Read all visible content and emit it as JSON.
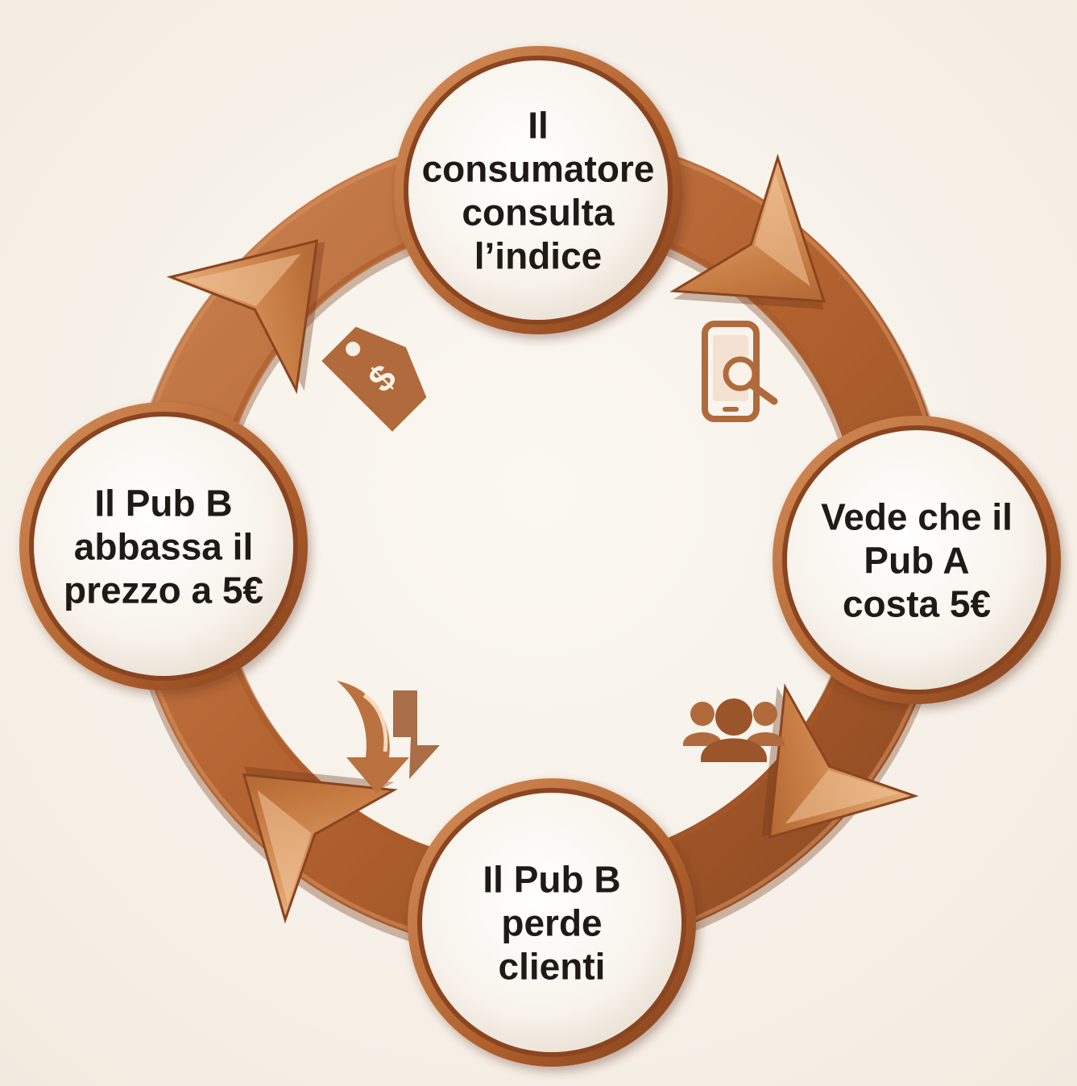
{
  "colors": {
    "background": "#f6f0e7",
    "ring": "#b8693a",
    "ring_dark": "#8a4520",
    "ring_light": "#e0a06a",
    "node_fill": "#fbf7f1",
    "node_border": "#b5642f",
    "icon": "#b06a3c",
    "text": "#1f1a16"
  },
  "nodes": [
    {
      "id": "top",
      "lines": [
        "Il",
        "consumatore",
        "consulta",
        "l’indice"
      ]
    },
    {
      "id": "right",
      "lines": [
        "Vede che il",
        "Pub A",
        "costa 5€"
      ]
    },
    {
      "id": "bottom",
      "lines": [
        "Il Pub B",
        "perde",
        "clienti"
      ]
    },
    {
      "id": "left",
      "lines": [
        "Il Pub B",
        "abbassa il",
        "prezzo a 5€"
      ]
    }
  ],
  "icons": [
    {
      "name": "phone-search-icon",
      "between": [
        "top",
        "right"
      ]
    },
    {
      "name": "people-group-icon",
      "between": [
        "right",
        "bottom"
      ]
    },
    {
      "name": "down-arrow-icon",
      "between": [
        "bottom",
        "left"
      ]
    },
    {
      "name": "price-tag-icon",
      "between": [
        "left",
        "top"
      ]
    }
  ]
}
